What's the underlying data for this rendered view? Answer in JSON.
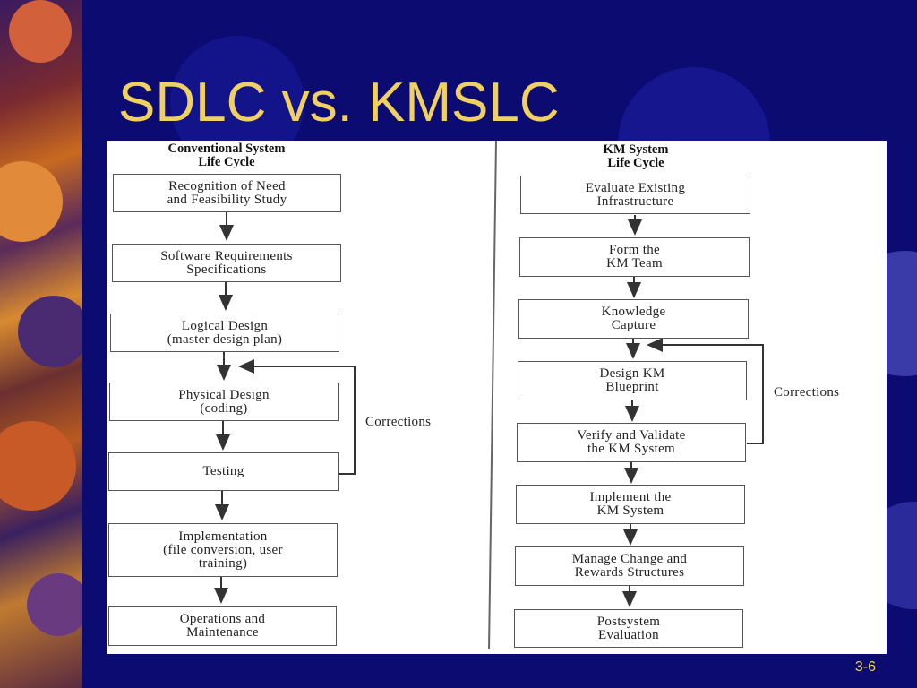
{
  "slide": {
    "title": "SDLC vs. KMSLC",
    "page_number": "3-6"
  },
  "conventional": {
    "header": "Conventional System\nLife Cycle",
    "steps": [
      "Recognition of Need\nand Feasibility Study",
      "Software Requirements\nSpecifications",
      "Logical Design\n(master design plan)",
      "Physical Design\n(coding)",
      "Testing",
      "Implementation\n(file conversion, user\ntraining)",
      "Operations and\nMaintenance"
    ],
    "corrections_label": "Corrections"
  },
  "km": {
    "header": "KM System\nLife Cycle",
    "steps": [
      "Evaluate Existing\nInfrastructure",
      "Form the\nKM Team",
      "Knowledge\nCapture",
      "Design KM\nBlueprint",
      "Verify and Validate\nthe KM System",
      "Implement the\nKM System",
      "Manage Change and\nRewards Structures",
      "Postsystem\nEvaluation"
    ],
    "corrections_label": "Corrections"
  },
  "colors": {
    "background": "#0b0b72",
    "title": "#f0d060",
    "diagram_bg": "#ffffff"
  }
}
